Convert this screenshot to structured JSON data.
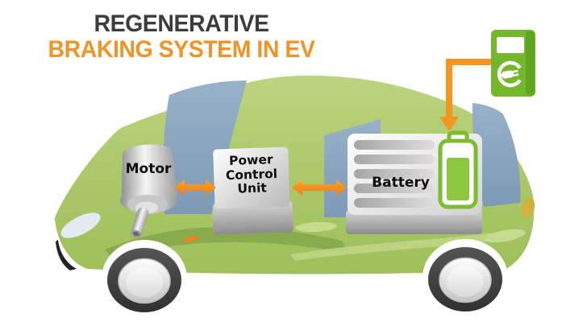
{
  "title": {
    "line1": "REGENERATIVE",
    "line2": "BRAKING SYSTEM IN EV"
  },
  "components": {
    "motor": {
      "label": "Motor"
    },
    "power_control_unit": {
      "label": "Power Control Unit",
      "lines": [
        "Power",
        "Control",
        "Unit"
      ]
    },
    "battery": {
      "label": "Battery",
      "icon": "battery-icon",
      "charge_level": "high"
    }
  },
  "charging_station": {
    "icon": "ev-plug-icon"
  },
  "arrows": {
    "motor_pcu": "bidirectional",
    "pcu_battery": "bidirectional",
    "charger_to_battery": "down"
  },
  "colors": {
    "title_primary": "#3c3c3c",
    "title_accent": "#ee9428",
    "car_body_green": "#aac768",
    "glass_blue": "#8ca7c2",
    "arrow_orange": "#f5921e",
    "battery_green": "#8dc63f",
    "charger_green": "#74b72b",
    "silver": "#d9d9d9"
  }
}
